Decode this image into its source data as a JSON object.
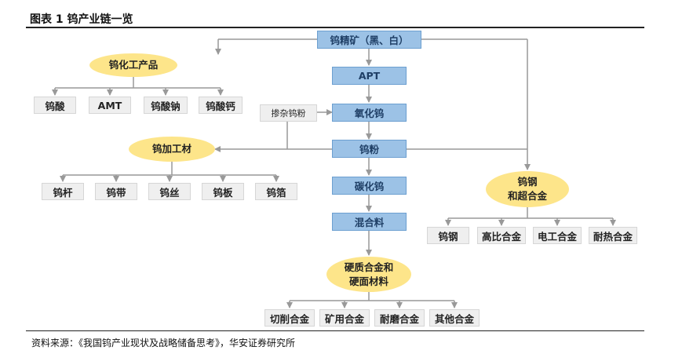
{
  "header": {
    "title": "图表 1 钨产业链一览"
  },
  "footer": {
    "source": "资料来源：《我国钨产业现状及战略储备思考》，华安证券研究所"
  },
  "nodes": {
    "ore": "钨精矿（黑、白）",
    "apt": "APT",
    "oxide": "氧化钨",
    "powder": "钨粉",
    "carbide": "碳化钨",
    "mix": "混合料",
    "doped": "掺杂钨粉",
    "chem": "钨化工产品",
    "proc": "钨加工材",
    "steel_line1": "钨钢",
    "steel_line2": "和超合金",
    "hard_line1": "硬质合金和",
    "hard_line2": "硬面材料"
  },
  "chem_products": [
    "钨酸",
    "AMT",
    "钨酸钠",
    "钨酸钙"
  ],
  "proc_products": [
    "钨杆",
    "钨带",
    "钨丝",
    "钨板",
    "钨箔"
  ],
  "steel_products": [
    "钨钢",
    "高比合金",
    "电工合金",
    "耐热合金"
  ],
  "hard_products": [
    "切削合金",
    "矿用合金",
    "耐磨合金",
    "其他合金"
  ],
  "colors": {
    "box_blue": "#9cc2e6",
    "oval_yellow": "#fde58a",
    "box_gray": "#efefef",
    "line": "#999999"
  }
}
